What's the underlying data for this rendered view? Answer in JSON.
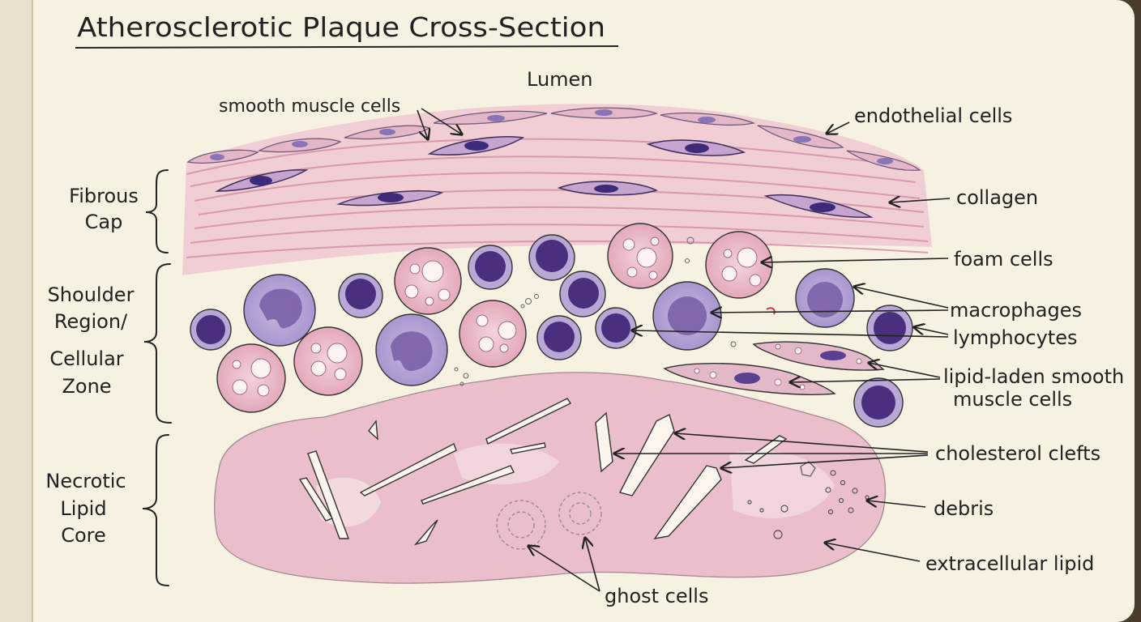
{
  "title": "Atherosclerotic Plaque Cross-Section",
  "lumen_label": "Lumen",
  "regions": [
    {
      "lines": [
        "Fibrous",
        "Cap"
      ]
    },
    {
      "lines": [
        "Shoulder",
        "Region/",
        "Cellular",
        "Zone"
      ]
    },
    {
      "lines": [
        "Necrotic",
        "Lipid",
        "Core"
      ]
    }
  ],
  "labels": {
    "smooth_muscle": "smooth muscle cells",
    "endothelial": "endothelial cells",
    "collagen": "collagen",
    "foam": "foam cells",
    "macrophages": "macrophages",
    "lymphocytes": "lymphocytes",
    "lipid_laden_1": "lipid-laden smooth",
    "lipid_laden_2": "muscle cells",
    "cholesterol": "cholesterol clefts",
    "debris": "debris",
    "extracellular": "extracellular lipid",
    "ghost": "ghost cells"
  },
  "colors": {
    "paper": "#f7f1e1",
    "ink": "#222222",
    "pink": "#e8b4c4",
    "purple": "#7b62a8",
    "dark_purple": "#4b2f7f"
  }
}
